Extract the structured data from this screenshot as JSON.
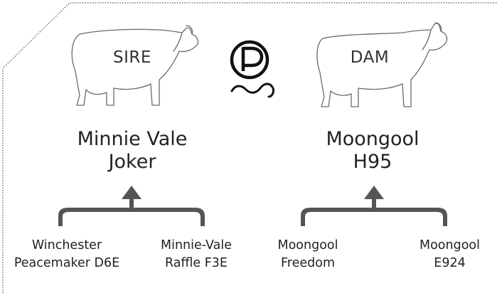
{
  "sire": {
    "label": "SIRE",
    "name_line1": "Minnie Vale",
    "name_line2": "Joker",
    "parents": [
      {
        "line1": "Winchester",
        "line2": "Peacemaker D6E"
      },
      {
        "line1": "Minnie-Vale",
        "line2": "Raffle F3E"
      }
    ]
  },
  "dam": {
    "label": "DAM",
    "name_line1": "Moongool",
    "name_line2": "H95",
    "parents": [
      {
        "line1": "Moongool",
        "line2": "Freedom"
      },
      {
        "line1": "Moongool",
        "line2": "E924"
      }
    ]
  },
  "logo": {
    "icon": "p-brand-logo-icon",
    "letter": "P"
  },
  "colors": {
    "bracket": "#555555",
    "outline": "#6a6a6a",
    "border": "#555555"
  }
}
